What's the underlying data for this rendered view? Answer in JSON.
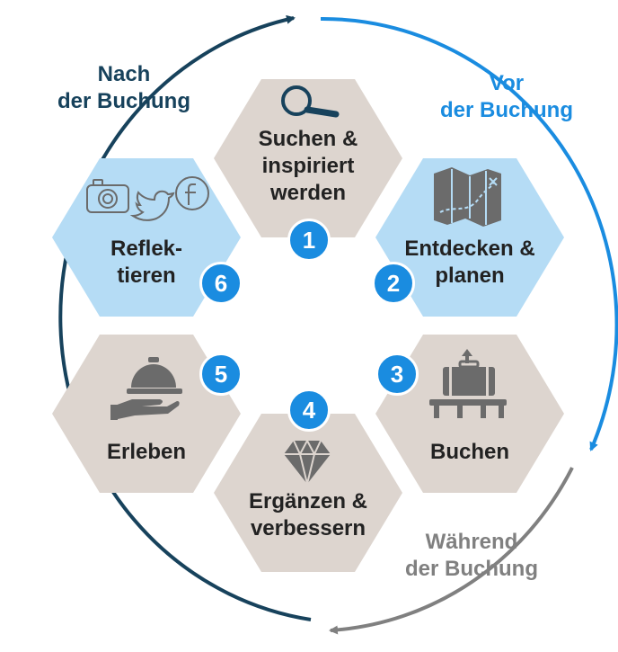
{
  "phases": {
    "after": {
      "line1": "Nach",
      "line2": "der Buchung",
      "color": "#17425c"
    },
    "before": {
      "line1": "Vor",
      "line2": "der Buchung",
      "color": "#1a8ce0"
    },
    "during": {
      "line1": "Während",
      "line2": "der Buchung",
      "color": "#808080"
    }
  },
  "steps": [
    {
      "number": "1",
      "line1": "Suchen &",
      "line2": "inspiriert",
      "line3": "werden",
      "icon": "magnifier-icon",
      "fill": "#ddd5cf"
    },
    {
      "number": "2",
      "line1": "Entdecken &",
      "line2": "planen",
      "icon": "map-icon",
      "fill": "#b5dcf5"
    },
    {
      "number": "3",
      "line1": "Buchen",
      "icon": "luggage-conveyor-icon",
      "fill": "#ddd5cf"
    },
    {
      "number": "4",
      "line1": "Ergänzen &",
      "line2": "verbessern",
      "icon": "diamond-icon",
      "fill": "#ddd5cf"
    },
    {
      "number": "5",
      "line1": "Erleben",
      "icon": "cloche-icon",
      "fill": "#ddd5cf"
    },
    {
      "number": "6",
      "line1": "Reflek-",
      "line2": "tieren",
      "icon": "social-media-icons",
      "fill": "#b5dcf5"
    }
  ],
  "colors": {
    "badge": "#1a8ce0",
    "hex_neutral": "#ddd5cf",
    "hex_highlight": "#b5dcf5",
    "icon": "#6b6b6b",
    "text": "#222222"
  }
}
